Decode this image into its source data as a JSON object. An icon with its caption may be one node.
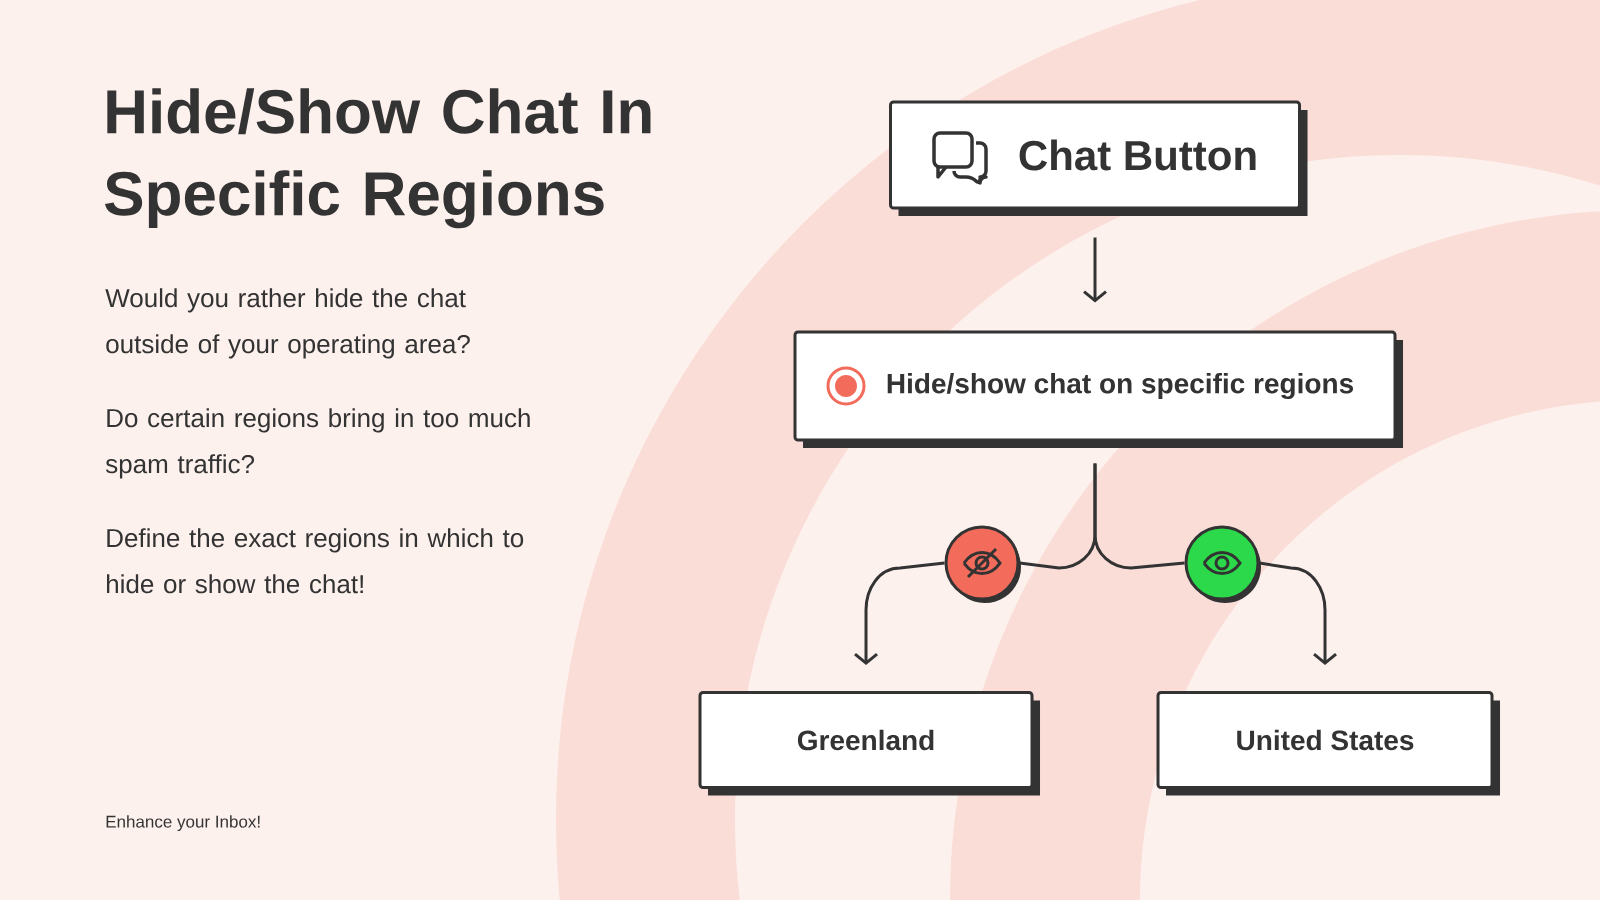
{
  "diagram": {
    "title": "Hide/Show Chat In Specific Regions",
    "nodes": [
      {
        "text": [
          "Chat Button"
        ]
      },
      {
        "text": [
          "Hide/show chat on specific regions"
        ]
      },
      {
        "text": [],
        "shape": "circle"
      },
      {
        "text": [],
        "shape": "circle"
      },
      {
        "text": [
          "Greenland"
        ]
      },
      {
        "text": [
          "United States"
        ]
      }
    ],
    "edges": [
      {
        "from": 0,
        "to": 1,
        "arrow": "to"
      },
      {
        "from": 1,
        "to": 2,
        "arrow": "none"
      },
      {
        "from": 1,
        "to": 3,
        "arrow": "none"
      },
      {
        "from": 2,
        "to": 4,
        "arrow": "to"
      },
      {
        "from": 3,
        "to": 5,
        "arrow": "to"
      }
    ],
    "labels": [
      "Would you rather hide the chat outside of your operating area?",
      "Do certain regions bring in too much spam traffic?",
      "Define the exact regions in which to hide or show the chat!",
      "Enhance your Inbox!"
    ]
  }
}
